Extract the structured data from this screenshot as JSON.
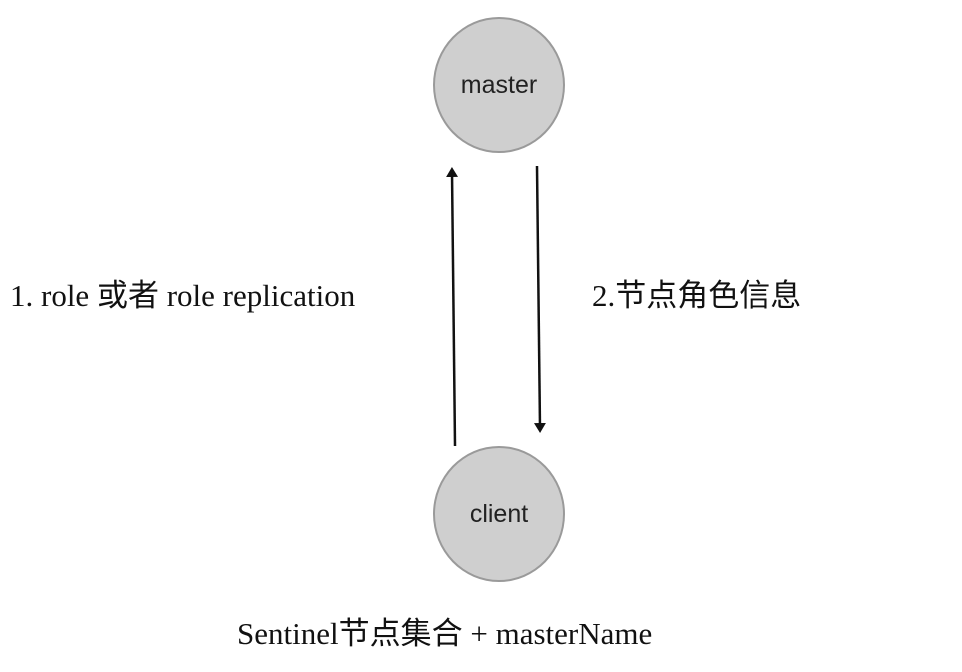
{
  "nodes": {
    "master": "master",
    "client": "client"
  },
  "edges": {
    "request_label": "1. role 或者 role replication",
    "response_label": "2.节点角色信息"
  },
  "caption": "Sentinel节点集合 + masterName",
  "colors": {
    "node_fill": "#cfcfcf",
    "node_stroke": "#9a9a9a",
    "arrow": "#111111"
  }
}
